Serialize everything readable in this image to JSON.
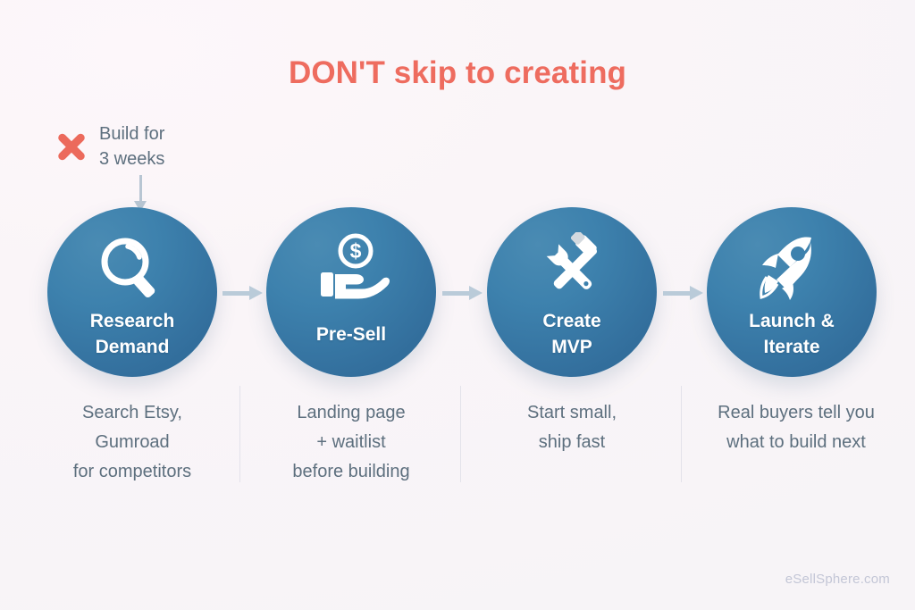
{
  "title": "DON'T skip to creating",
  "colors": {
    "title": "#ee6c5f",
    "x_mark": "#ec6a5c",
    "circle_blue_light": "#4a8bb3",
    "circle_blue_dark": "#2a6893",
    "arrow": "#bacbd9",
    "caption_text": "#5d6f7e",
    "background": "#faf6f8",
    "footer_text": "#c3c6d6"
  },
  "warning": {
    "icon": "x-mark-icon",
    "line1": "Build for",
    "line2": "3 weeks",
    "arrow": "down-arrow-icon"
  },
  "steps": [
    {
      "icon": "magnifying-glass-icon",
      "label_line1": "Research",
      "label_line2": "Demand",
      "caption_line1": "Search Etsy,",
      "caption_line2": "Gumroad",
      "caption_line3": "for competitors"
    },
    {
      "icon": "hand-holding-coin-icon",
      "label_line1": "Pre-Sell",
      "label_line2": "",
      "caption_line1": "Landing page",
      "caption_line2": "+ waitlist",
      "caption_line3": "before building"
    },
    {
      "icon": "hammer-wrench-icon",
      "label_line1": "Create",
      "label_line2": "MVP",
      "caption_line1": "Start small,",
      "caption_line2": "ship fast",
      "caption_line3": ""
    },
    {
      "icon": "rocket-icon",
      "label_line1": "Launch &",
      "label_line2": "Iterate",
      "caption_line1": "Real buyers tell you",
      "caption_line2": "what to build next",
      "caption_line3": ""
    }
  ],
  "connectors": [
    "arrow-right-icon",
    "arrow-right-icon",
    "arrow-right-icon"
  ],
  "footer": "eSellSphere.com"
}
